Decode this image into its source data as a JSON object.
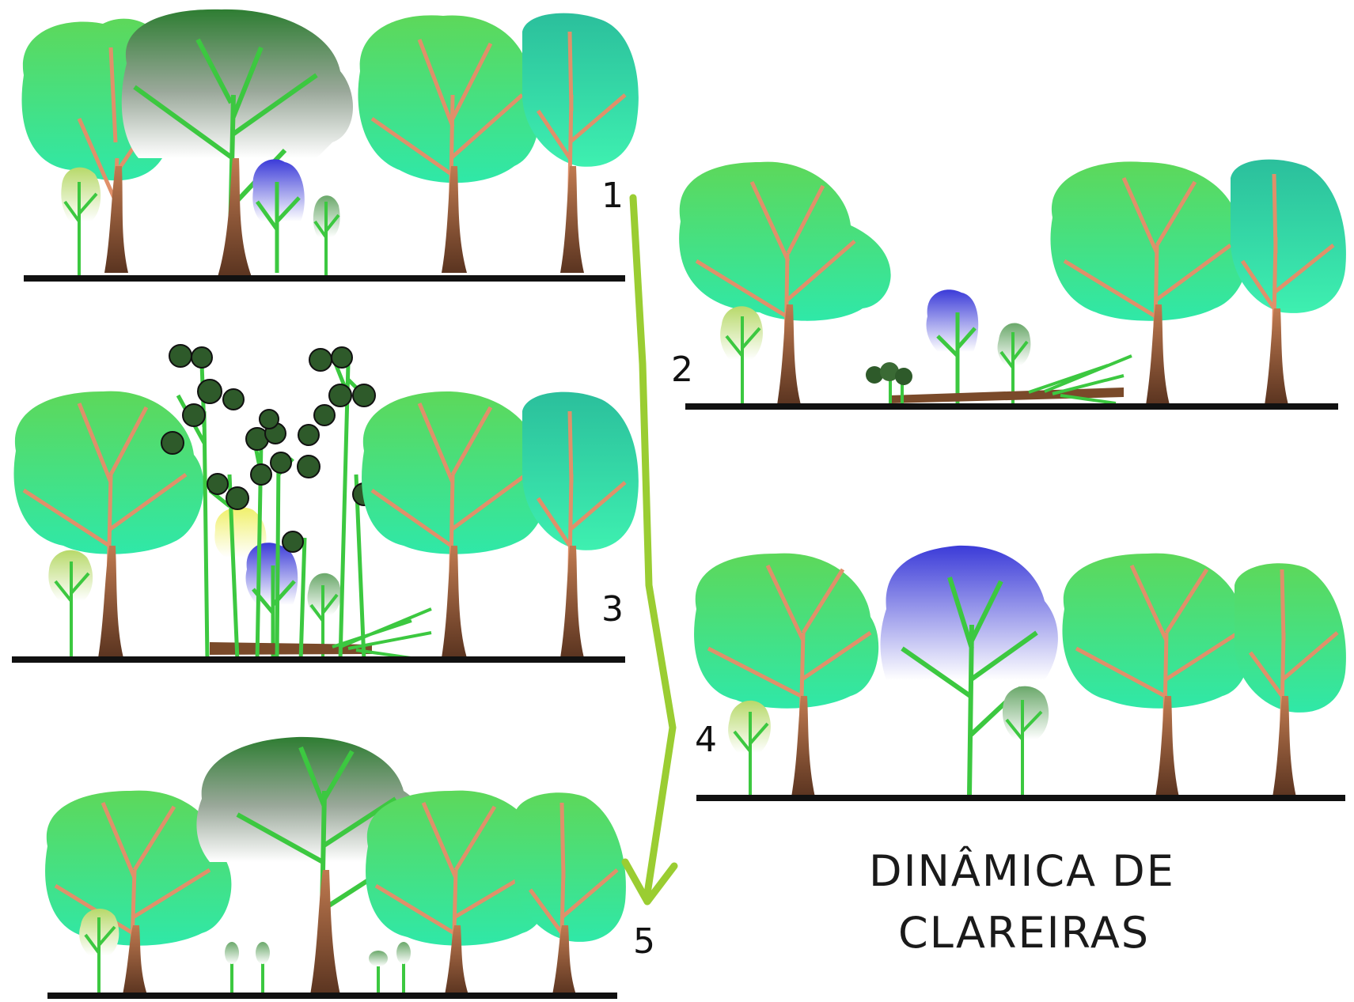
{
  "title_lines": [
    "DINÂMICA DE",
    "CLAREIRAS"
  ],
  "stages": [
    {
      "label": "1"
    },
    {
      "label": "2"
    },
    {
      "label": "3"
    },
    {
      "label": "4"
    },
    {
      "label": "5"
    }
  ],
  "colors": {
    "canopy_top": "#5dd85a",
    "canopy_bottom": "#2fe8a8",
    "teal_canopy_top": "#2ec8a0",
    "teal_canopy_bottom": "#3ef0b0",
    "emergent_top": "#2e7d32",
    "emergent_bottom": "#ffffff",
    "blue_top": "#3b3bd8",
    "blue_bottom": "#ffffff",
    "trunk": "#7a4a2a",
    "branch": "#e0906a",
    "pioneer_stem": "#3cc840",
    "pioneer_leaf": "#2e5a2a",
    "ground": "#111111",
    "arrow": "#9acd32"
  }
}
